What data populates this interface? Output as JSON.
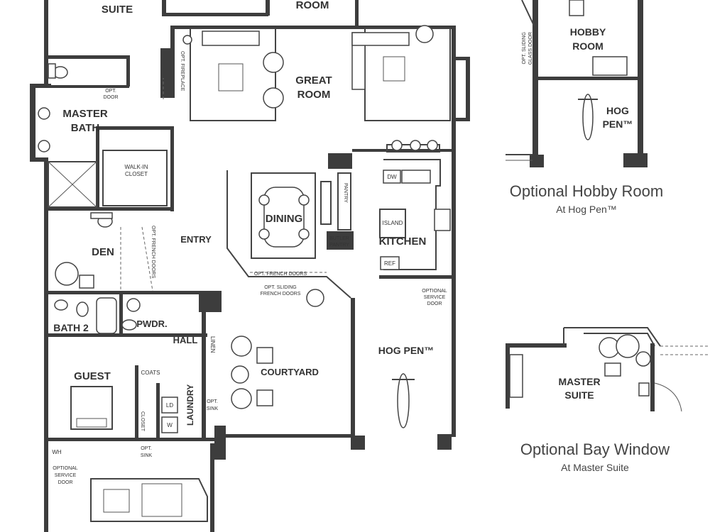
{
  "rooms": {
    "suite": "SUITE",
    "room_top": "ROOM",
    "master_bath_1": "MASTER",
    "master_bath_2": "BATH",
    "walk_in_1": "WALK-IN",
    "walk_in_2": "CLOSET",
    "great_1": "GREAT",
    "great_2": "ROOM",
    "dining": "DINING",
    "kitchen": "KITCHEN",
    "island": "ISLAND",
    "pantry": "PANTRY",
    "butler_1": "BUTLER",
    "butler_2": "PANTRY",
    "dw": "DW",
    "ref": "REF",
    "den": "DEN",
    "entry": "ENTRY",
    "bath2": "BATH 2",
    "pwdr": "PWDR.",
    "hall": "HALL",
    "linen": "LINEN",
    "guest": "GUEST",
    "coats": "COATS",
    "closet": "CLOSET",
    "laundry": "LAUNDRY",
    "ld": "LD",
    "w": "W",
    "courtyard": "COURTYARD",
    "hog_pen": "HOG PEN™",
    "wh": "WH",
    "hobby_1": "HOBBY",
    "hobby_2": "ROOM",
    "hog_1": "HOG",
    "hog_2": "PEN™",
    "master_suite_1": "MASTER",
    "master_suite_2": "SUITE"
  },
  "notes": {
    "opt_door_1": "OPT.",
    "opt_door_2": "DOOR",
    "opt_fireplace": "OPT. FIREPLACE",
    "opt_french_doors_den": "OPT. FRENCH DOORS",
    "opt_french_doors_dining": "OPT. FRENCH DOORS",
    "opt_sliding_1": "OPT. SLIDING",
    "opt_sliding_2": "FRENCH DOORS",
    "opt_service_1": "OPTIONAL",
    "opt_service_2": "SERVICE",
    "opt_service_3": "DOOR",
    "opt_service_garage_1": "OPTIONAL",
    "opt_service_garage_2": "SERVICE",
    "opt_service_garage_3": "DOOR",
    "opt_sink_1": "OPT.",
    "opt_sink_2": "SINK",
    "opt_sink_garage_1": "OPT.",
    "opt_sink_garage_2": "SINK",
    "opt_sliding_glass_1": "OPT. SLIDING",
    "opt_sliding_glass_2": "GLASS DOOR"
  },
  "captions": {
    "hobby_title": "Optional Hobby Room",
    "hobby_sub": "At Hog Pen™",
    "bay_title": "Optional Bay Window",
    "bay_sub": "At Master Suite"
  }
}
